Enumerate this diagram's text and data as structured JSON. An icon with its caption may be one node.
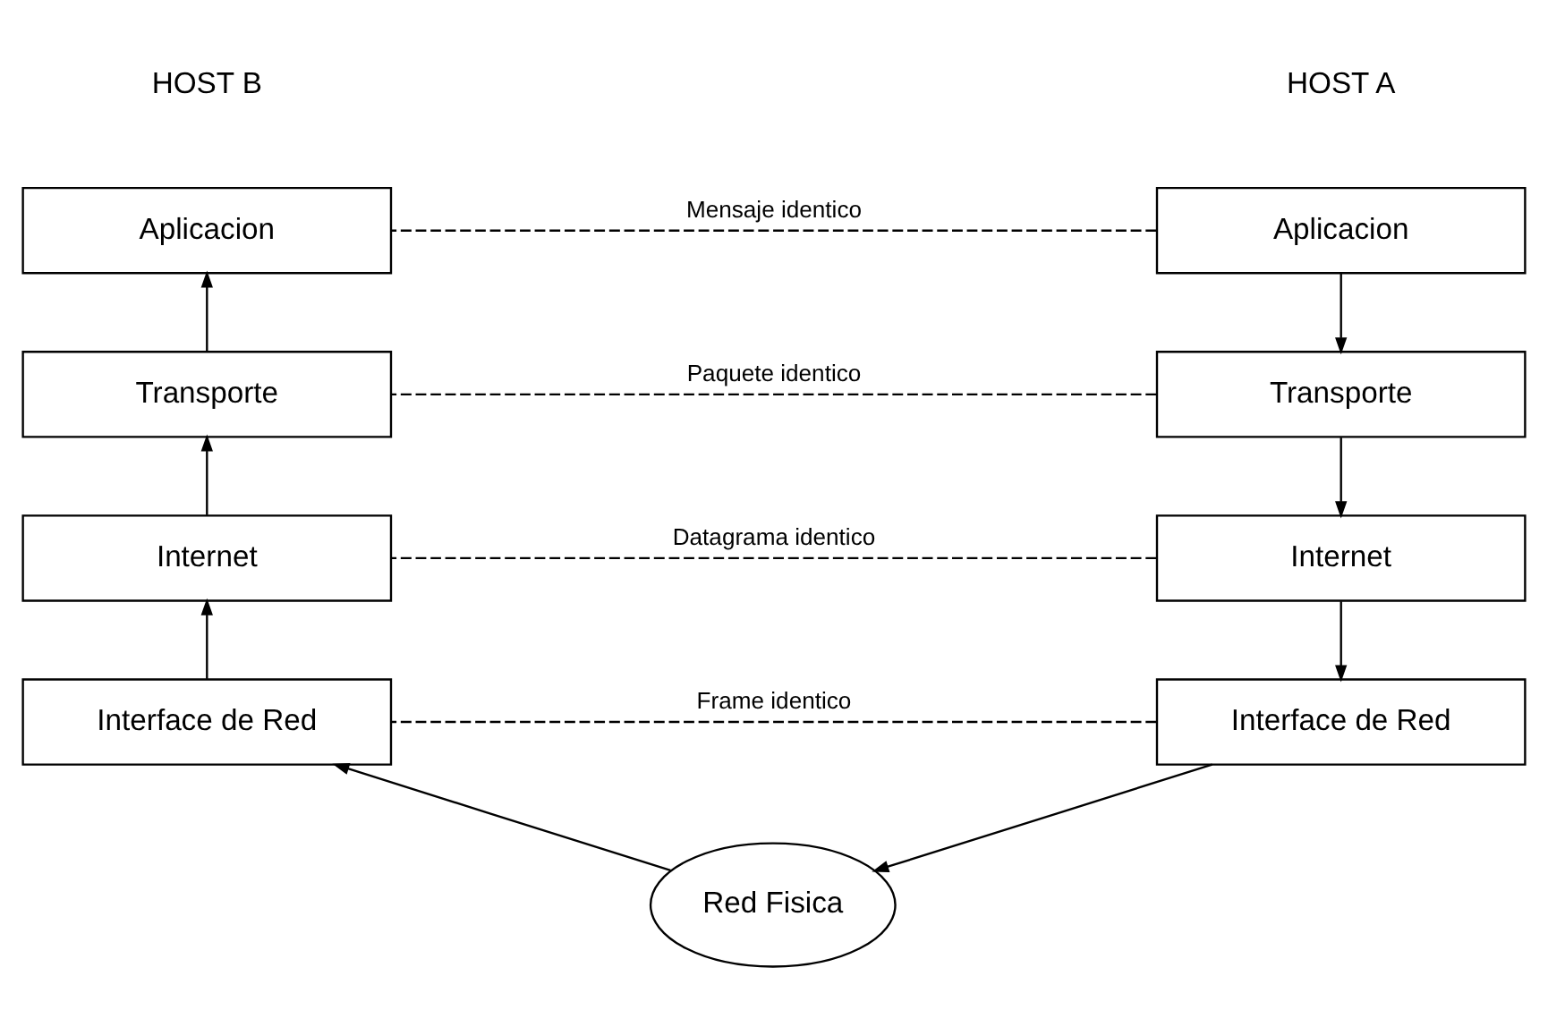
{
  "diagram": {
    "nodes": [
      {
        "text": [
          "Aplicacion"
        ]
      },
      {
        "text": [
          "Transporte"
        ]
      },
      {
        "text": [
          "Internet"
        ]
      },
      {
        "text": [
          "Interface de Red"
        ]
      },
      {
        "text": [
          "Aplicacion"
        ]
      },
      {
        "text": [
          "Transporte"
        ]
      },
      {
        "text": [
          "Internet"
        ]
      },
      {
        "text": [
          "Interface de Red"
        ]
      },
      {
        "text": [
          "Red Fisica"
        ]
      }
    ],
    "edges": [
      {
        "from": 0,
        "to": 1,
        "arrow": "to"
      },
      {
        "from": 1,
        "to": 2,
        "arrow": "to"
      },
      {
        "from": 2,
        "to": 3,
        "arrow": "to"
      },
      {
        "from": 3,
        "to": 8,
        "arrow": "to"
      },
      {
        "from": 8,
        "to": 7,
        "arrow": "to"
      },
      {
        "from": 7,
        "to": 6,
        "arrow": "to"
      },
      {
        "from": 6,
        "to": 5,
        "arrow": "to"
      },
      {
        "from": 5,
        "to": 4,
        "arrow": "to"
      },
      {
        "from": 0,
        "to": 4,
        "arrow": "none",
        "label": "Mensaje identico",
        "style": "dashed"
      },
      {
        "from": 1,
        "to": 5,
        "arrow": "none",
        "label": "Paquete identico",
        "style": "dashed"
      },
      {
        "from": 2,
        "to": 6,
        "arrow": "none",
        "label": "Datagrama identico",
        "style": "dashed"
      },
      {
        "from": 3,
        "to": 7,
        "arrow": "none",
        "label": "Frame identico",
        "style": "dashed"
      }
    ],
    "labels": [
      "HOST A",
      "HOST B"
    ]
  }
}
